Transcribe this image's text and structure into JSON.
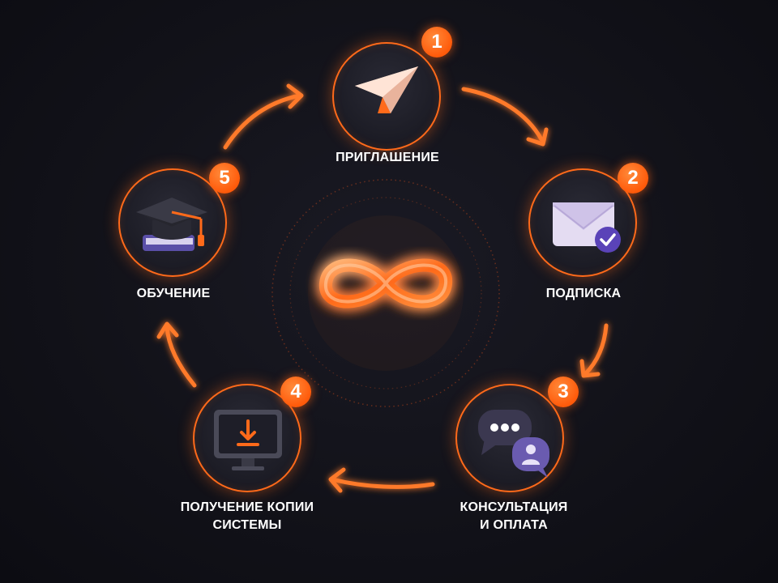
{
  "steps": [
    {
      "number": "1",
      "label_line1": "ПРИГЛАШЕНИЕ",
      "label_line2": "",
      "icon": "paper-plane-icon"
    },
    {
      "number": "2",
      "label_line1": "ПОДПИСКА",
      "label_line2": "",
      "icon": "envelope-check-icon"
    },
    {
      "number": "3",
      "label_line1": "КОНСУЛЬТАЦИЯ",
      "label_line2": "И ОПЛАТА",
      "icon": "chat-user-icon"
    },
    {
      "number": "4",
      "label_line1": "ПОЛУЧЕНИЕ КОПИИ",
      "label_line2": "СИСТЕМЫ",
      "icon": "monitor-download-icon"
    },
    {
      "number": "5",
      "label_line1": "ОБУЧЕНИЕ",
      "label_line2": "",
      "icon": "graduation-cap-icon"
    }
  ],
  "center": {
    "icon": "infinity-icon"
  },
  "colors": {
    "accent": "#ff6a1a",
    "background": "#121219"
  }
}
